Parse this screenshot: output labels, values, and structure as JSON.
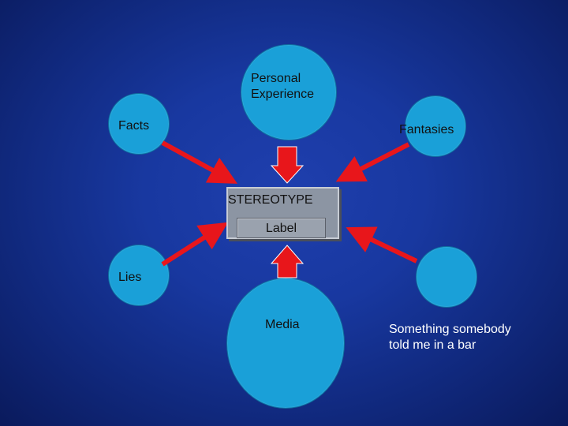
{
  "nodes": {
    "personal_experience": "Personal\nExperience",
    "facts": "Facts",
    "fantasies": "Fantasies",
    "lies": "Lies",
    "media": "Media",
    "bar_story": "Something somebody\ntold me in a bar"
  },
  "center": {
    "title": "STEREOTYPE",
    "label": "Label"
  },
  "colors": {
    "background": "#1838a0",
    "circle": "#1aa0d8",
    "arrow": "#e8161b",
    "box": "#8c95a3"
  }
}
